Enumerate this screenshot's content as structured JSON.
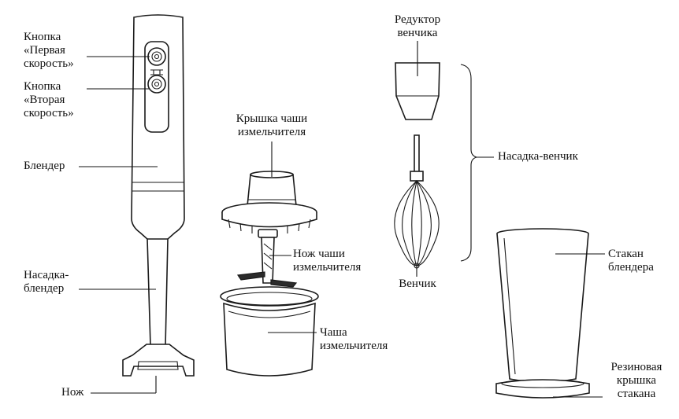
{
  "labels": {
    "button1": [
      "Кнопка",
      "«Первая",
      "скорость»"
    ],
    "button2": [
      "Кнопка",
      "«Вторая",
      "скорость»"
    ],
    "blender": [
      "Блендер"
    ],
    "blender_attachment": [
      "Насадка-",
      "блендер"
    ],
    "knife": [
      "Нож"
    ],
    "chopper_lid": [
      "Крышка чаши",
      "измельчителя"
    ],
    "chopper_knife": [
      "Нож чаши",
      "измельчителя"
    ],
    "chopper_bowl": [
      "Чаша",
      "измельчителя"
    ],
    "whisk_gearbox": [
      "Редуктор",
      "венчика"
    ],
    "whisk_attachment": [
      "Насадка-венчик"
    ],
    "whisk": [
      "Венчик"
    ],
    "beaker": [
      "Стакан",
      "блендера"
    ],
    "beaker_lid": [
      "Резиновая",
      "крышка",
      "стакана"
    ]
  }
}
